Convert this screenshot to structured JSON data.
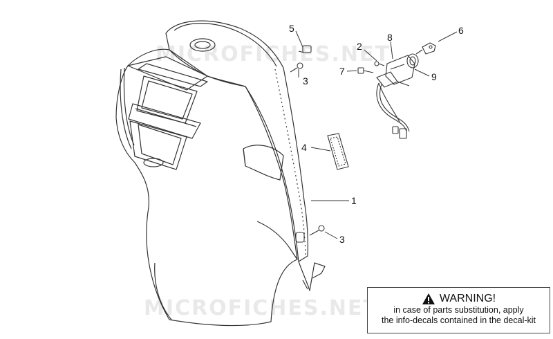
{
  "watermark": "MICROFICHES.NET",
  "callouts": {
    "c1": "1",
    "c2": "2",
    "c3a": "3",
    "c3b": "3",
    "c4": "4",
    "c5": "5",
    "c6": "6",
    "c7": "7",
    "c8": "8",
    "c9": "9"
  },
  "warning": {
    "title": "WARNING!",
    "line1": "in case of parts substitution, apply",
    "line2": "the info-decals contained in the decal-kit",
    "icon": "warning-triangle-icon"
  },
  "colors": {
    "stroke": "#333333",
    "text": "#111111",
    "watermark": "#e9e9e9"
  }
}
